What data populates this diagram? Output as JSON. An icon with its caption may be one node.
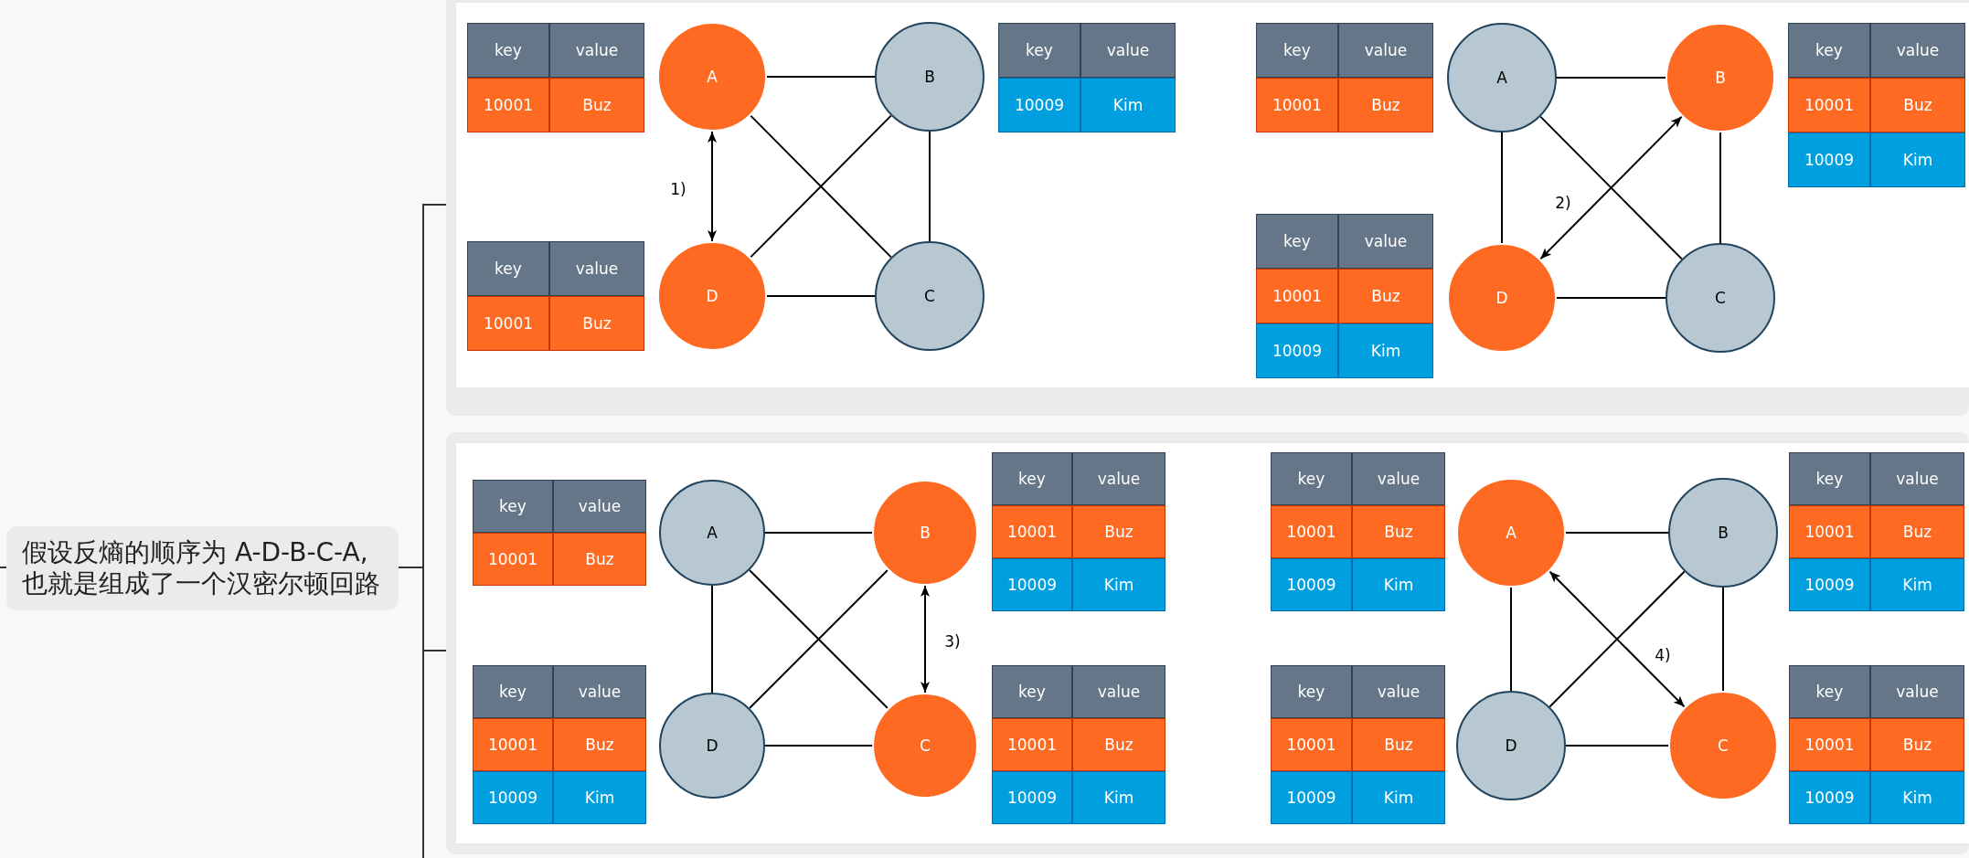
{
  "diagram": {
    "nodes": [
      {
        "text": [
          "假设反熵的顺序为 A-D-B-C-A,也就是组成了一个汉密尔顿回路"
        ]
      },
      {
        "text": [],
        "shape": "box"
      },
      {
        "text": [
          "key",
          "value",
          "10001",
          "Buz"
        ],
        "in": 1
      },
      {
        "text": [
          "A"
        ],
        "in": 1
      },
      {
        "text": [
          "B"
        ],
        "in": 1
      },
      {
        "text": [
          "key",
          "value",
          "10001",
          "Buz"
        ],
        "in": 1
      },
      {
        "text": [
          "D"
        ],
        "in": 1
      },
      {
        "text": [
          "C"
        ],
        "in": 1
      },
      {
        "text": [
          "key",
          "value",
          "10009",
          "Kim"
        ],
        "in": 1
      },
      {
        "text": [
          "key",
          "value",
          "10001",
          "Buz"
        ],
        "in": 1
      },
      {
        "text": [
          "A"
        ],
        "in": 1
      },
      {
        "text": [
          "B"
        ],
        "in": 1
      },
      {
        "text": [
          "key",
          "value",
          "10001",
          "Buz",
          "10009",
          "Kim"
        ],
        "in": 1
      },
      {
        "text": [
          "key",
          "value",
          "10001",
          "Buz",
          "10009",
          "Kim"
        ],
        "in": 1
      },
      {
        "text": [
          "D"
        ],
        "in": 1
      },
      {
        "text": [
          "C"
        ],
        "in": 1
      },
      {
        "text": [],
        "shape": "box"
      },
      {
        "text": [
          "key",
          "value",
          "10001",
          "Buz"
        ],
        "in": 16
      },
      {
        "text": [
          "A"
        ],
        "in": 16
      },
      {
        "text": [
          "B"
        ],
        "in": 16
      },
      {
        "text": [
          "key",
          "value",
          "10001",
          "Buz",
          "10009",
          "Kim"
        ],
        "in": 16
      },
      {
        "text": [
          "key",
          "value",
          "10001",
          "Buz",
          "10009",
          "Kim"
        ],
        "in": 16
      },
      {
        "text": [
          "D"
        ],
        "in": 16
      },
      {
        "text": [
          "C"
        ],
        "in": 16
      },
      {
        "text": [
          "key",
          "value",
          "10001",
          "Buz",
          "10009",
          "Kim"
        ],
        "in": 16
      },
      {
        "text": [
          "key",
          "value",
          "10001",
          "Buz",
          "10009",
          "Kim"
        ],
        "in": 16
      },
      {
        "text": [
          "A"
        ],
        "in": 16
      },
      {
        "text": [
          "B"
        ],
        "in": 16
      },
      {
        "text": [
          "key",
          "value",
          "10001",
          "Buz",
          "10009",
          "Kim"
        ],
        "in": 16
      },
      {
        "text": [
          "key",
          "value",
          "10001",
          "Buz",
          "10009",
          "Kim"
        ],
        "in": 16
      },
      {
        "text": [
          "D"
        ],
        "in": 16
      },
      {
        "text": [
          "C"
        ],
        "in": 16
      },
      {
        "text": [
          "key",
          "value",
          "10001",
          "Buz",
          "10009",
          "Kim"
        ],
        "in": 16
      }
    ],
    "edges": [
      {
        "from": null,
        "to": 0,
        "arrow": "none",
        "color": "#333333"
      },
      {
        "from": 0,
        "to": 1,
        "arrow": "none",
        "color": "#333333"
      },
      {
        "from": 0,
        "to": 16,
        "arrow": "none",
        "color": "#333333"
      },
      {
        "from": 0,
        "to": null,
        "arrow": "none",
        "color": "#333333"
      },
      {
        "from": 3,
        "to": 4,
        "arrow": "none"
      },
      {
        "from": 3,
        "to": 7,
        "arrow": "none"
      },
      {
        "from": 4,
        "to": 6,
        "arrow": "none"
      },
      {
        "from": 4,
        "to": 7,
        "arrow": "none"
      },
      {
        "from": 6,
        "to": 7,
        "arrow": "none"
      },
      {
        "from": 3,
        "to": 6,
        "arrow": "both",
        "label": "1)"
      },
      {
        "from": 10,
        "to": 11,
        "arrow": "none"
      },
      {
        "from": 10,
        "to": 14,
        "arrow": "none"
      },
      {
        "from": 11,
        "to": 15,
        "arrow": "none"
      },
      {
        "from": 14,
        "to": 15,
        "arrow": "none"
      },
      {
        "from": 10,
        "to": 15,
        "arrow": "none"
      },
      {
        "from": 11,
        "to": 14,
        "arrow": "both",
        "label": "2)"
      },
      {
        "from": 18,
        "to": 19,
        "arrow": "none"
      },
      {
        "from": 18,
        "to": 22,
        "arrow": "none"
      },
      {
        "from": 18,
        "to": 23,
        "arrow": "none"
      },
      {
        "from": 19,
        "to": 22,
        "arrow": "none"
      },
      {
        "from": 22,
        "to": 23,
        "arrow": "none"
      },
      {
        "from": 19,
        "to": 23,
        "arrow": "both",
        "label": "3)"
      },
      {
        "from": 26,
        "to": 27,
        "arrow": "none"
      },
      {
        "from": 26,
        "to": 30,
        "arrow": "none"
      },
      {
        "from": 27,
        "to": 31,
        "arrow": "none"
      },
      {
        "from": 30,
        "to": 31,
        "arrow": "none"
      },
      {
        "from": 27,
        "to": 30,
        "arrow": "none"
      },
      {
        "from": 26,
        "to": 31,
        "arrow": "both",
        "label": "4)"
      }
    ]
  }
}
